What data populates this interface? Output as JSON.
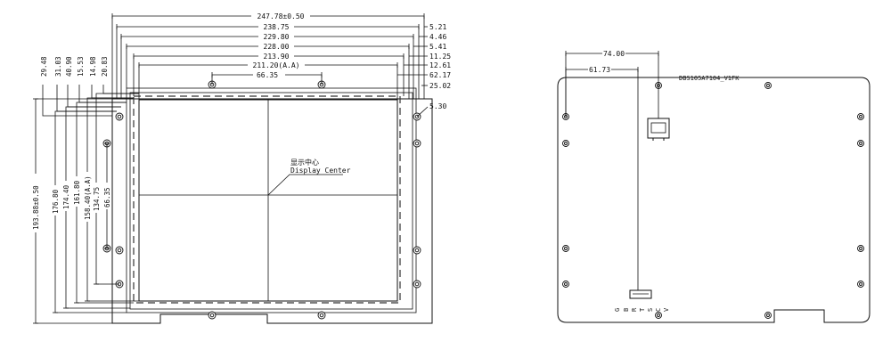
{
  "front_view": {
    "horizontal_dims": [
      "247.78±0.50",
      "238.75",
      "229.80",
      "228.00",
      "213.90",
      "211.20(A.A)",
      "66.35"
    ],
    "right_dims": [
      "5.21",
      "4.46",
      "5.41",
      "11.25",
      "12.61",
      "62.17",
      "25.02",
      "5.30"
    ],
    "top_left_dims": [
      "29.48",
      "31.03",
      "40.90",
      "15.53",
      "14.98",
      "20.83"
    ],
    "vertical_dims": [
      "193.88±0.50",
      "176.80",
      "174.40",
      "161.80",
      "158.40(A.A)",
      "134.75",
      "66.35"
    ],
    "center_label_cn": "显示中心",
    "center_label_en": "Display Center"
  },
  "back_view": {
    "horizontal_dims": [
      "74.00",
      "61.73"
    ],
    "pcb_label": "DBS105A7104_V1FK",
    "connector_pins": [
      "G",
      "B",
      "R",
      "T",
      "S",
      "C",
      "V"
    ]
  }
}
